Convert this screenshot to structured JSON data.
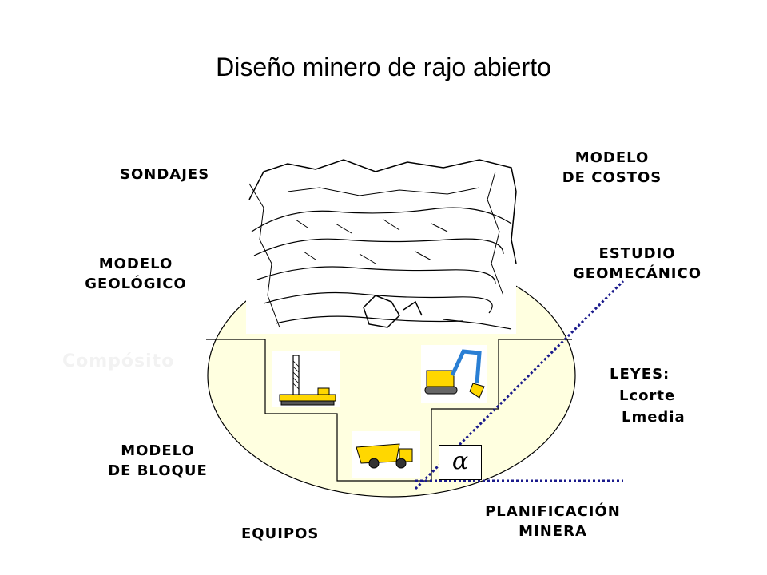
{
  "title": "Diseño minero de rajo abierto",
  "labels": {
    "sondajes": "SONDAJES",
    "modelo_costos": [
      "MODELO",
      "DE COSTOS"
    ],
    "modelo_geologico": [
      "MODELO",
      "GEOLÓGICO"
    ],
    "estudio_geomecanico": [
      "ESTUDIO",
      "GEOMECÁNICO"
    ],
    "leyes": [
      "LEYES:",
      "Lcorte",
      "Lmedia"
    ],
    "modelo_bloque": [
      "MODELO",
      "DE BLOQUE"
    ],
    "equipos": "EQUIPOS",
    "planificacion": [
      "PLANIFICACIÓN",
      "MINERA"
    ]
  },
  "ghost_text": "Compósito",
  "alpha_symbol": "α",
  "colors": {
    "pit_fill": "#FFFFE0",
    "pit_stroke": "#000000",
    "dotted_line": "#1A1A8C",
    "equipment_yellow": "#FFD700"
  },
  "icons": [
    "open-pit-sketch-icon",
    "drill-rig-icon",
    "excavator-icon",
    "haul-truck-icon"
  ]
}
